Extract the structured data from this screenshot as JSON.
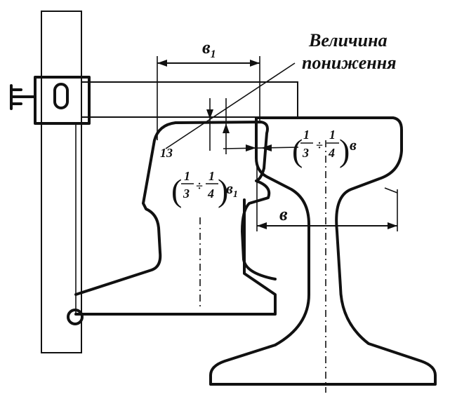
{
  "labels": {
    "b1": "в",
    "b1_sub": "1",
    "title_line1": "Величина",
    "title_line2": "пониження",
    "thirteen": "13",
    "frac_num": "1",
    "frac_den_a": "3",
    "frac_den_b": "4",
    "divide": "÷",
    "left_b": "в",
    "left_sub": "1",
    "right_b": "в",
    "b": "в"
  }
}
